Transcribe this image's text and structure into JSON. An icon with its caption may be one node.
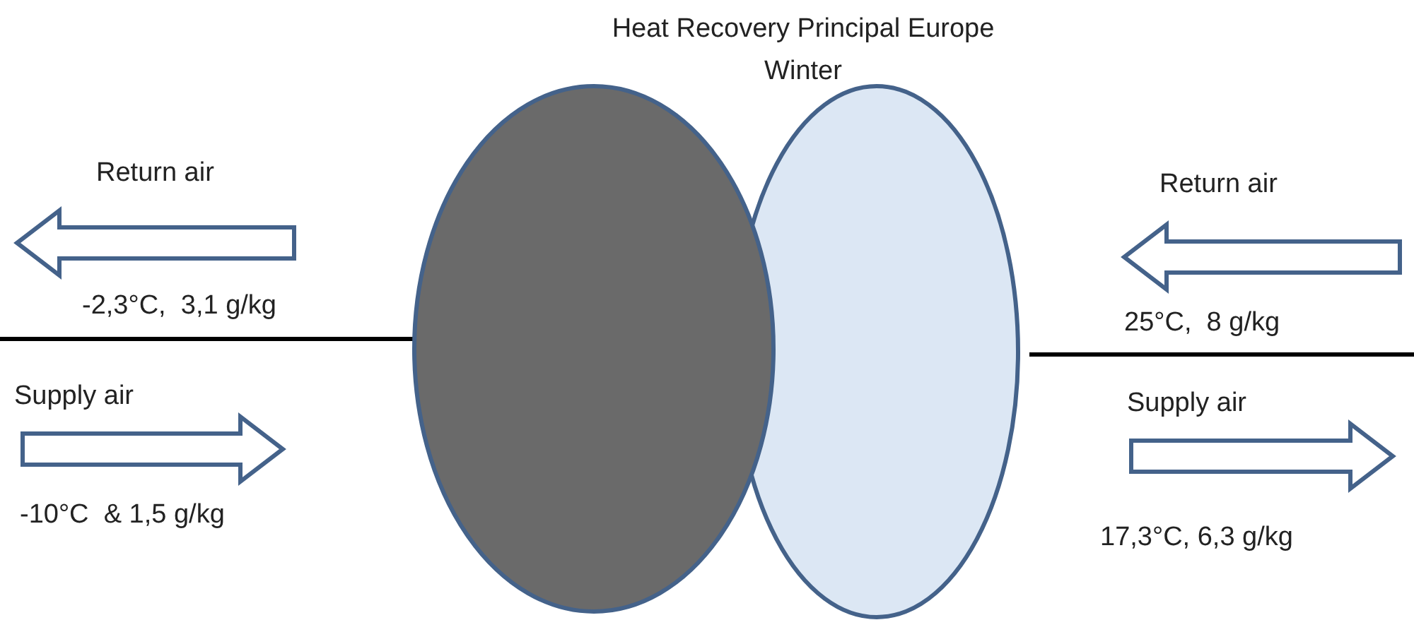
{
  "diagram": {
    "title": "Heat Recovery Principal Europe Winter",
    "labels": [
      "Return air",
      "-2,3°C,  3,1 g/kg",
      "Supply air",
      "-10°C  & 1,5 g/kg",
      "Return air",
      "25°C,  8 g/kg",
      "Supply air",
      "17,3°C, 6,3 g/kg"
    ]
  }
}
